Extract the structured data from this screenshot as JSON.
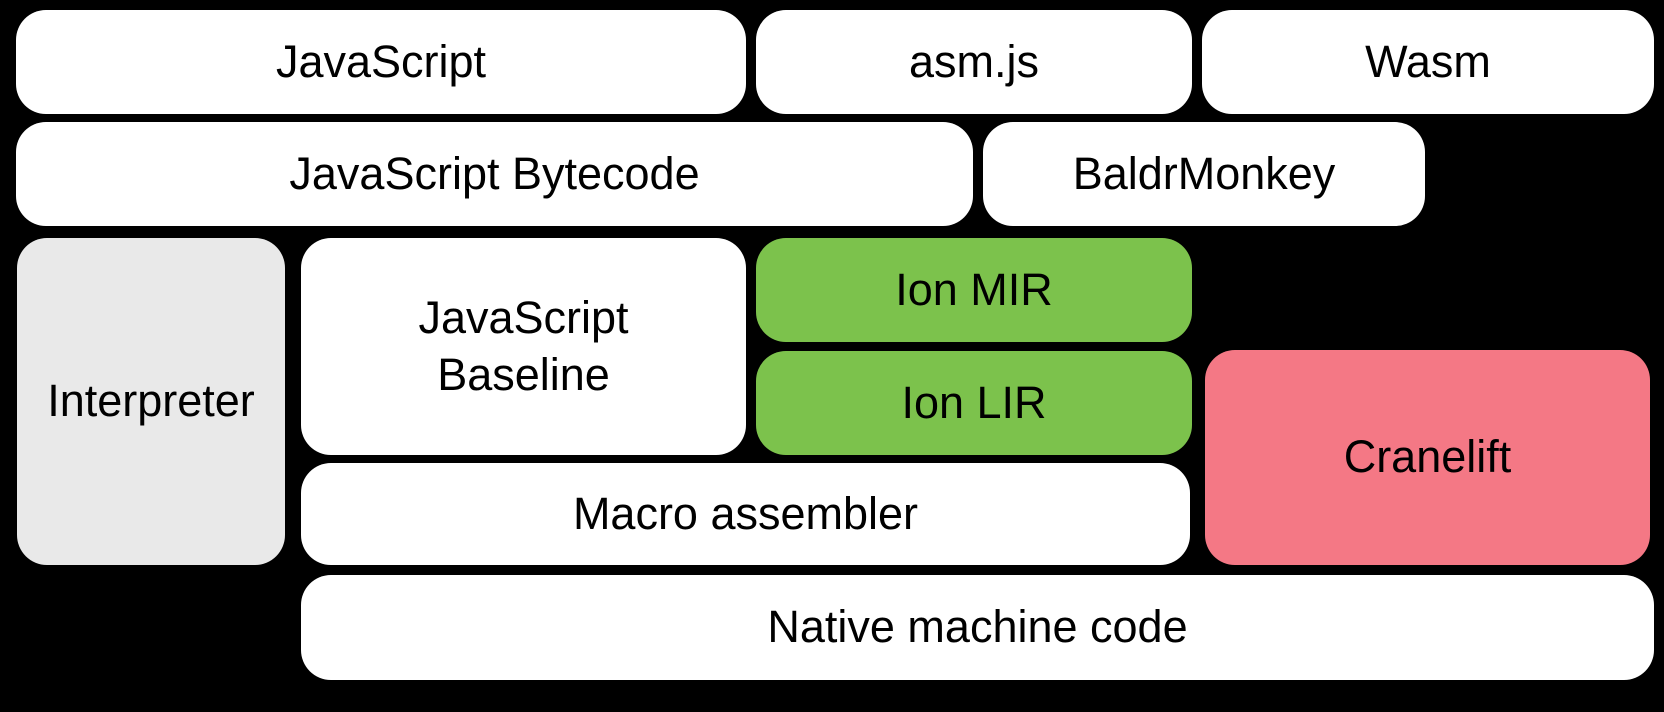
{
  "colors": {
    "background": "#000000",
    "box_white": "#ffffff",
    "box_gray": "#e9e9e9",
    "box_green": "#7cc24c",
    "box_pink": "#f47885",
    "text": "#000000"
  },
  "boxes": {
    "javascript": {
      "label": "JavaScript"
    },
    "asmjs": {
      "label": "asm.js"
    },
    "wasm": {
      "label": "Wasm"
    },
    "bytecode": {
      "label": "JavaScript Bytecode"
    },
    "baldrmonkey": {
      "label": "BaldrMonkey"
    },
    "interpreter": {
      "label": "Interpreter"
    },
    "baseline": {
      "lines": [
        "JavaScript",
        "Baseline"
      ]
    },
    "ion_mir": {
      "label": "Ion MIR"
    },
    "ion_lir": {
      "label": "Ion LIR"
    },
    "cranelift": {
      "label": "Cranelift"
    },
    "macro_assembler": {
      "label": "Macro assembler"
    },
    "native": {
      "label": "Native machine code"
    }
  }
}
